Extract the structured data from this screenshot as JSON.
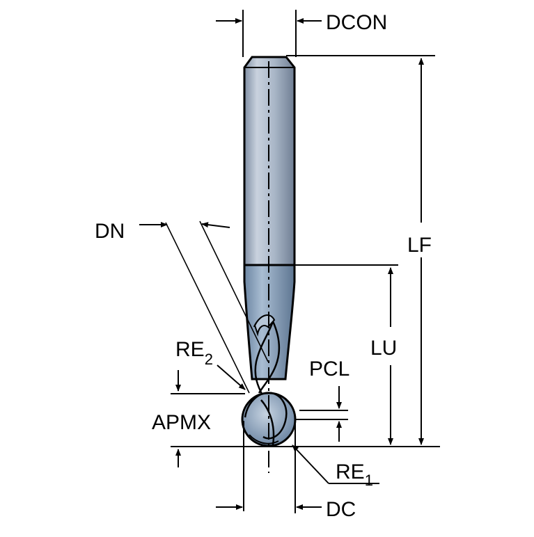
{
  "colors": {
    "shank": "#aeb9c9",
    "neck": "#8fa7c0",
    "head": "#9fb1c6",
    "outline": "#000000",
    "background": "#ffffff"
  },
  "labels": {
    "dcon": "DCON",
    "lf": "LF",
    "dn": "DN",
    "lu": "LU",
    "re2_main": "RE",
    "re2_sub": "2",
    "pcl": "PCL",
    "apmx": "APMX",
    "re1_main": "RE",
    "re1_sub": "1",
    "dc": "DC"
  }
}
